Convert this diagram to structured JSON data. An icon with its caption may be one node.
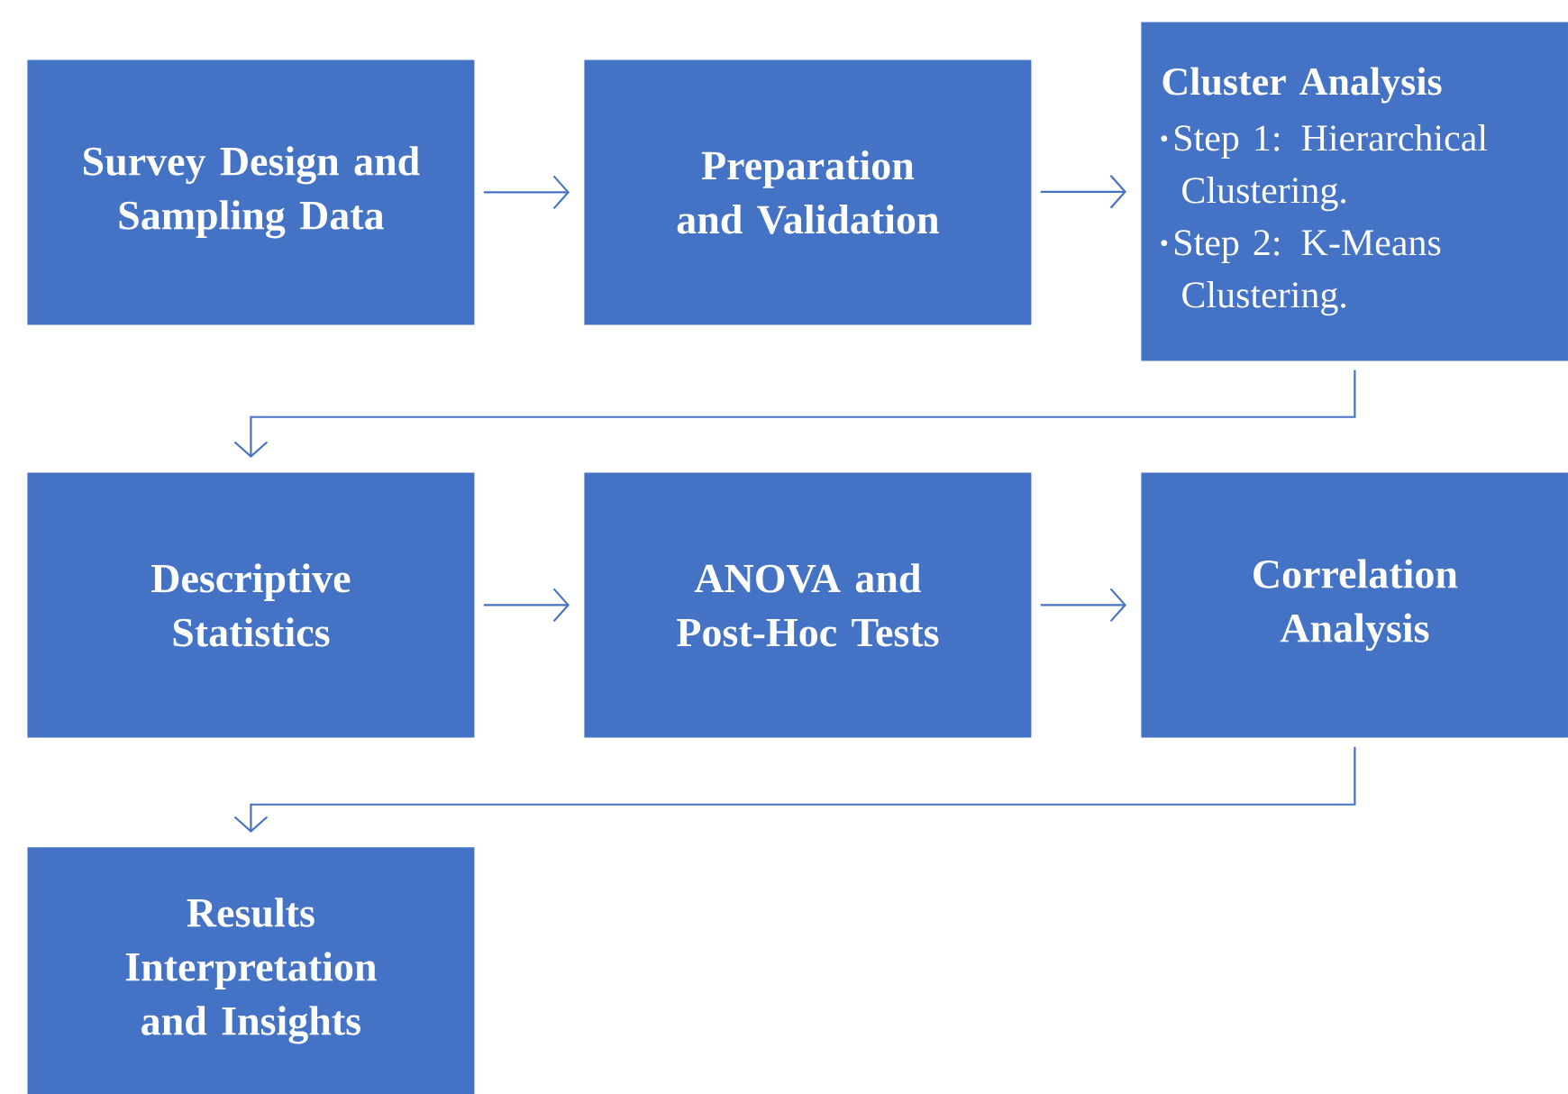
{
  "diagram": {
    "nodes": [
      {
        "text": [
          "Survey Design and Sampling Data"
        ]
      },
      {
        "text": [
          "Preparation and Validation"
        ]
      },
      {
        "text": [
          "Cluster Analysis",
          "Step 1: Hierarchical Clustering.",
          "Step 2: K-Means Clustering."
        ]
      },
      {
        "text": [
          "Descriptive Statistics"
        ]
      },
      {
        "text": [
          "ANOVA and Post-Hoc Tests"
        ]
      },
      {
        "text": [
          "Correlation Analysis"
        ]
      },
      {
        "text": [
          "Results Interpretation and Insights"
        ]
      }
    ],
    "edges": [
      {
        "from": 0,
        "to": 1,
        "arrow": "to"
      },
      {
        "from": 1,
        "to": 2,
        "arrow": "to"
      },
      {
        "from": 2,
        "to": 3,
        "arrow": "to"
      },
      {
        "from": 3,
        "to": 4,
        "arrow": "to"
      },
      {
        "from": 4,
        "to": 5,
        "arrow": "to"
      },
      {
        "from": 5,
        "to": 6,
        "arrow": "to"
      }
    ]
  }
}
